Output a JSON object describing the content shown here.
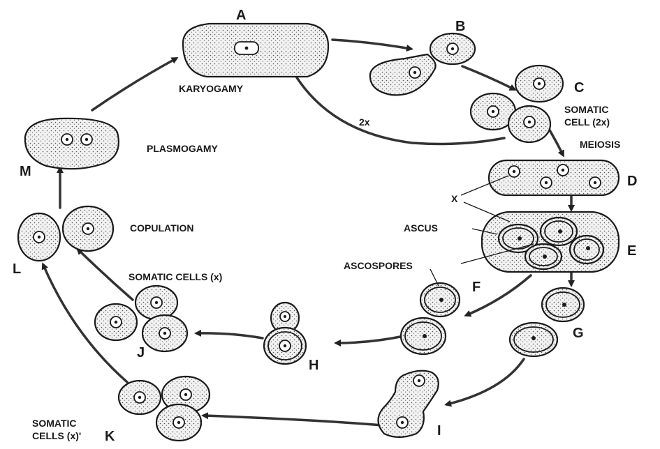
{
  "stage_letters": {
    "a": "A",
    "b": "B",
    "c": "C",
    "d": "D",
    "e": "E",
    "f": "F",
    "g": "G",
    "h": "H",
    "i": "I",
    "j": "J",
    "k": "K",
    "l": "L",
    "m": "M"
  },
  "labels": {
    "karyogamy": "KARYOGAMY",
    "ploidy_2x": "2x",
    "somatic_cell_2x_line1": "SOMATIC",
    "somatic_cell_2x_line2": "CELL (2x)",
    "meiosis": "MEIOSIS",
    "x": "X",
    "ascus": "ASCUS",
    "ascospores": "ASCOSPORES",
    "plasmogamy": "PLASMOGAMY",
    "copulation": "COPULATION",
    "somatic_cells_x": "SOMATIC CELLS (x)",
    "somatic_cells_x_k_line1": "SOMATIC",
    "somatic_cells_x_k_line2": "CELLS (x)'"
  }
}
